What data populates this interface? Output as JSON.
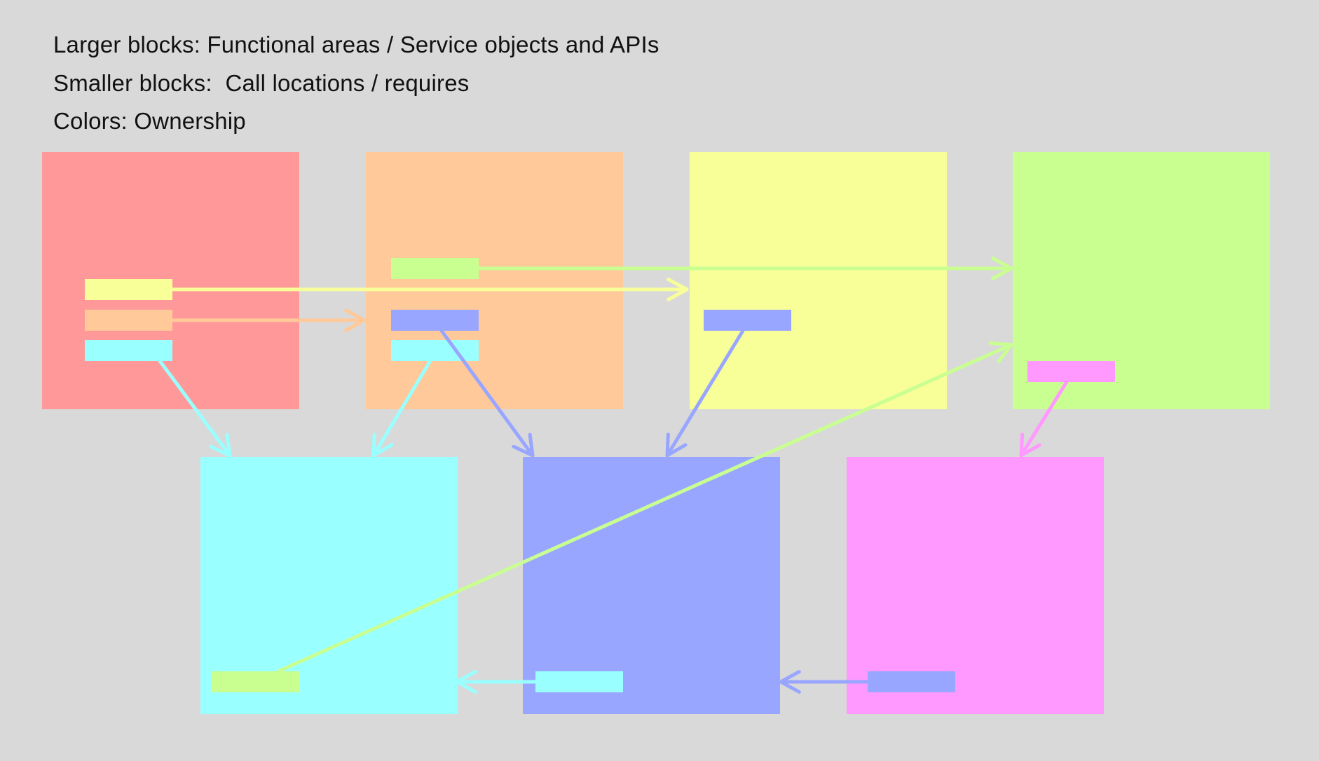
{
  "legend": {
    "line1": "Larger blocks: Functional areas / Service objects and APIs",
    "line2": "Smaller blocks:  Call locations / requires",
    "line3": "Colors: Ownership"
  },
  "colors": {
    "red": "#ff9999",
    "orange": "#ffc999",
    "yellow": "#f8ff99",
    "green": "#c9ff91",
    "cyan": "#99ffff",
    "blue": "#99a6ff",
    "pink": "#ff99ff",
    "background": "#d9d9d9"
  },
  "blocks": [
    "red",
    "orange",
    "yellow",
    "green",
    "cyan",
    "blue",
    "pink"
  ],
  "dependencies": [
    {
      "from": "red",
      "to": "yellow"
    },
    {
      "from": "red",
      "to": "orange"
    },
    {
      "from": "red",
      "to": "cyan"
    },
    {
      "from": "orange",
      "to": "green"
    },
    {
      "from": "orange",
      "to": "blue"
    },
    {
      "from": "orange",
      "to": "cyan"
    },
    {
      "from": "yellow",
      "to": "blue"
    },
    {
      "from": "green",
      "to": "pink"
    },
    {
      "from": "cyan",
      "to": "green"
    },
    {
      "from": "blue",
      "to": "cyan"
    },
    {
      "from": "pink",
      "to": "blue"
    }
  ]
}
